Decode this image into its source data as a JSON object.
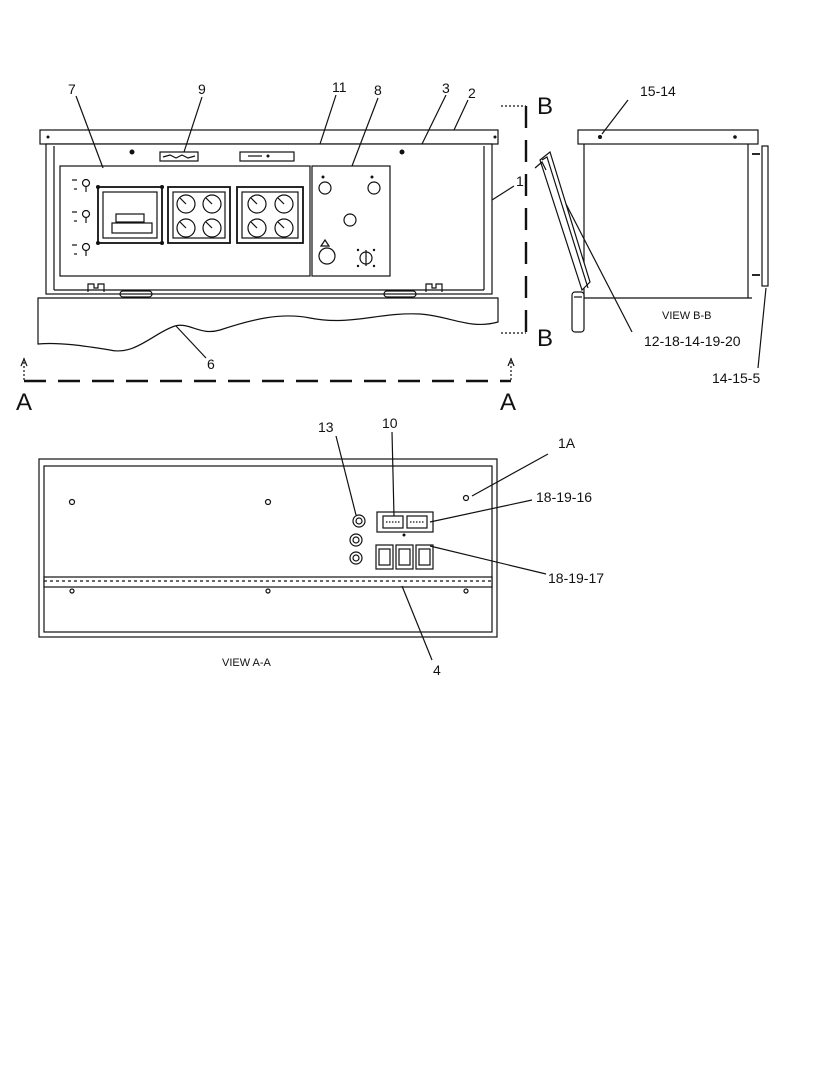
{
  "callouts": {
    "c7": "7",
    "c9": "9",
    "c11": "11",
    "c8": "8",
    "c3": "3",
    "c2": "2",
    "c1": "1",
    "c6": "6",
    "c15_14": "15-14",
    "c12_18": "12-18-14-19-20",
    "c14_15_5": "14-15-5",
    "c13": "13",
    "c10": "10",
    "c1A": "1A",
    "c18_19_16": "18-19-16",
    "c18_19_17": "18-19-17",
    "c4": "4"
  },
  "section_marks": {
    "b_top": "B",
    "b_bottom": "B",
    "a_left": "A",
    "a_right": "A"
  },
  "view_titles": {
    "view_bb": "VIEW B-B",
    "view_aa": "VIEW A-A"
  }
}
